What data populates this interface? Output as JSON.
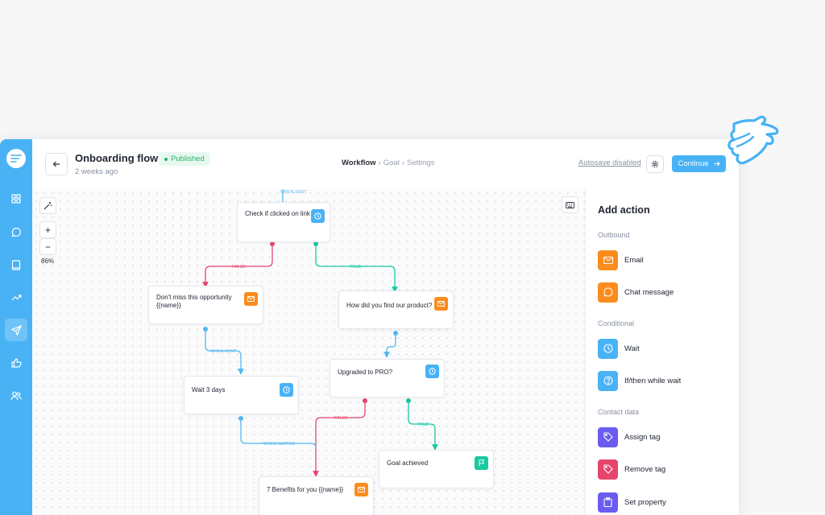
{
  "header": {
    "title": "Onboarding flow",
    "status": "Published",
    "subtitle": "2 weeks ago",
    "breadcrumb": [
      "Workflow",
      "Goal",
      "Settings"
    ],
    "breadcrumb_sep": "›",
    "autosave": "Autosave disabled",
    "continue_label": "Continue"
  },
  "sidebar": {
    "items": [
      {
        "icon": "grid-icon"
      },
      {
        "icon": "chat-icon"
      },
      {
        "icon": "book-icon"
      },
      {
        "icon": "trend-icon"
      },
      {
        "icon": "send-icon",
        "active": true
      },
      {
        "icon": "thumbs-up-icon"
      },
      {
        "icon": "users-icon"
      }
    ]
  },
  "canvas": {
    "zoom": "86%",
    "zoom_in": "+",
    "zoom_out": "−",
    "connector_labels": {
      "when_sent": "WHEN SENT",
      "true": "TRUE",
      "false": "FALSE",
      "when_waited": "WHEN WAITED"
    },
    "nodes": [
      {
        "label": "Check if clicked on link",
        "icon": "clock-icon"
      },
      {
        "label": "Don't miss this opportunity {{name}}",
        "icon": "email-icon"
      },
      {
        "label": "How did you find our product?",
        "icon": "email-icon"
      },
      {
        "label": "Upgraded to PRO?",
        "icon": "clock-icon"
      },
      {
        "label": "Wait 3 days",
        "icon": "clock-icon"
      },
      {
        "label": "Goal achieved",
        "icon": "flag-icon"
      },
      {
        "label": "7 Benefits for you {{name}}",
        "icon": "email-icon"
      }
    ]
  },
  "panel": {
    "title": "Add action",
    "sections": {
      "outbound": "Outbound",
      "conditional": "Conditional",
      "contact_data": "Contact data"
    },
    "actions": {
      "email": "Email",
      "chat": "Chat message",
      "wait": "Wait",
      "ifthen": "If/then while wait",
      "assign_tag": "Assign tag",
      "remove_tag": "Remove tag",
      "set_property": "Set property"
    }
  },
  "colors": {
    "accent": "#48b2f5",
    "orange": "#fb8c1e",
    "green": "#18c9a0",
    "red": "#e6456b",
    "purple": "#6a5cf0",
    "published": "#29b36b"
  }
}
